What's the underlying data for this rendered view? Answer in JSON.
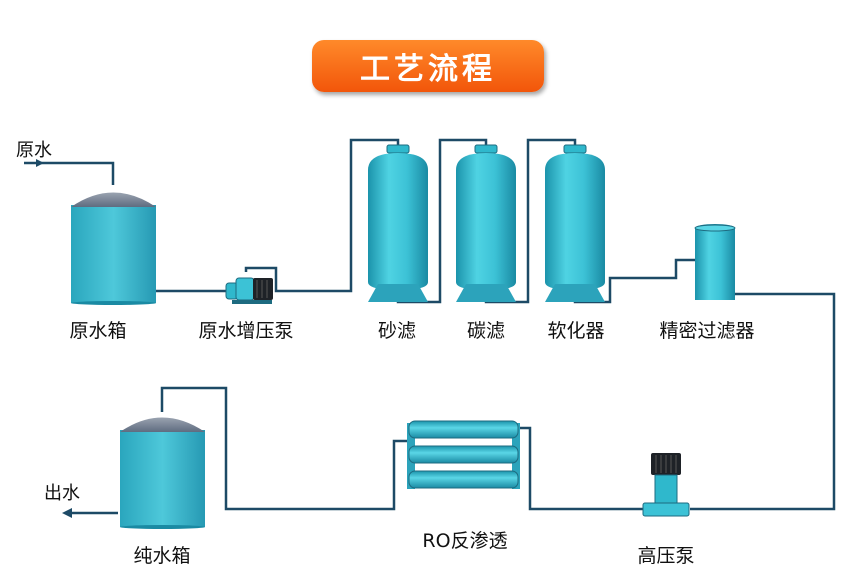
{
  "title": "工艺流程",
  "io": {
    "raw_water_in": "原水",
    "water_out": "出水"
  },
  "stages": [
    {
      "id": "raw-water-tank",
      "label": "原水箱"
    },
    {
      "id": "raw-water-booster-pump",
      "label": "原水增压泵"
    },
    {
      "id": "sand-filter",
      "label": "砂滤"
    },
    {
      "id": "carbon-filter",
      "label": "碳滤"
    },
    {
      "id": "softener",
      "label": "软化器"
    },
    {
      "id": "precision-filter",
      "label": "精密过滤器"
    },
    {
      "id": "high-pressure-pump",
      "label": "高压泵"
    },
    {
      "id": "ro-reverse-osmosis",
      "label": "RO反渗透"
    },
    {
      "id": "pure-water-tank",
      "label": "纯水箱"
    }
  ],
  "colors": {
    "title_bg": "#f2560a",
    "vessel": "#2fb8cc",
    "pipe": "#1d4a66"
  }
}
